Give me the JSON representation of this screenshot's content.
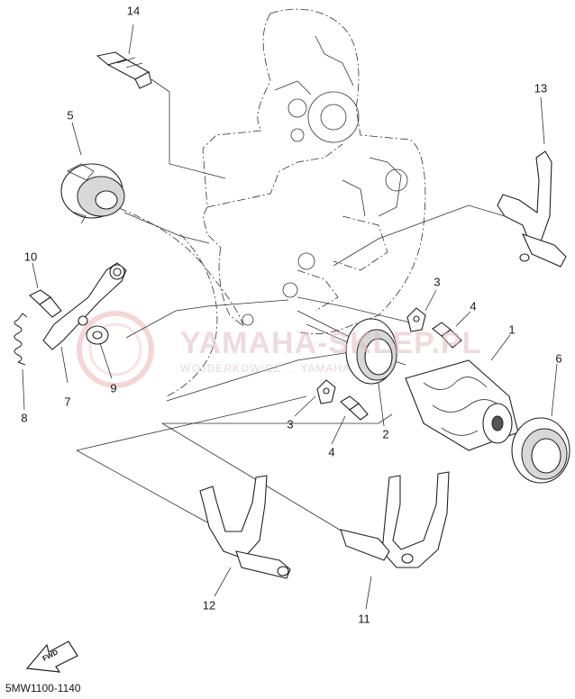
{
  "diagram": {
    "code": "5MW1100-1140",
    "watermark": {
      "title": "YAMAHA-SKLEP.PL",
      "subtitle": "WOJDERKOWICZ ... YAMAHA"
    },
    "fwd_label": "FWD",
    "callouts": [
      {
        "id": "c14",
        "label": "14"
      },
      {
        "id": "c13",
        "label": "13"
      },
      {
        "id": "c5",
        "label": "5"
      },
      {
        "id": "c10",
        "label": "10"
      },
      {
        "id": "c3a",
        "label": "3"
      },
      {
        "id": "c4a",
        "label": "4"
      },
      {
        "id": "c1",
        "label": "1"
      },
      {
        "id": "c6",
        "label": "6"
      },
      {
        "id": "c7",
        "label": "7"
      },
      {
        "id": "c9",
        "label": "9"
      },
      {
        "id": "c8",
        "label": "8"
      },
      {
        "id": "c3b",
        "label": "3"
      },
      {
        "id": "c2",
        "label": "2"
      },
      {
        "id": "c4b",
        "label": "4"
      },
      {
        "id": "c12",
        "label": "12"
      },
      {
        "id": "c11",
        "label": "11"
      }
    ]
  }
}
